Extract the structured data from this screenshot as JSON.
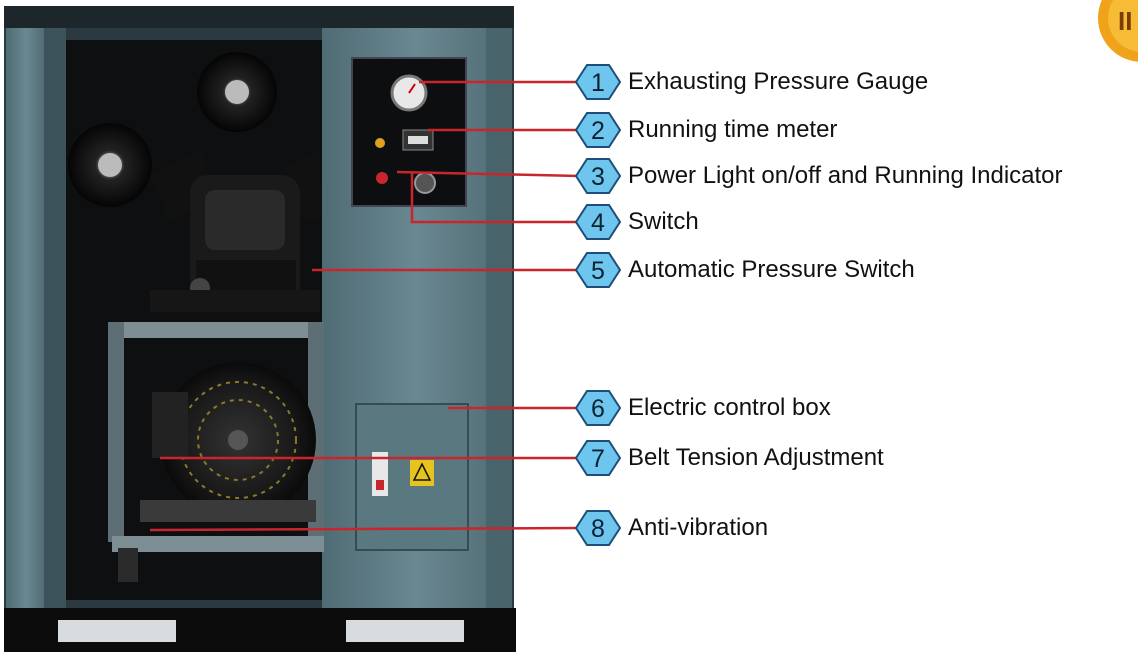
{
  "labels": [
    {
      "number": "1",
      "text": "Exhausting Pressure Gauge"
    },
    {
      "number": "2",
      "text": "Running time meter"
    },
    {
      "number": "3",
      "text": "Power Light on/off and Running Indicator"
    },
    {
      "number": "4",
      "text": "Switch"
    },
    {
      "number": "5",
      "text": "Automatic Pressure Switch"
    },
    {
      "number": "6",
      "text": "Electric control box"
    },
    {
      "number": "7",
      "text": "Belt Tension Adjustment"
    },
    {
      "number": "8",
      "text": "Anti-vibration"
    }
  ],
  "colors": {
    "cabinet": "#5f7d86",
    "cabinet_dark": "#3f5a62",
    "leader_line": "#c8262c",
    "badge_fill": "#6ec6ef",
    "badge_stroke": "#1d4e7a",
    "seal": "#f0a21a"
  },
  "seal_fragment": "II"
}
